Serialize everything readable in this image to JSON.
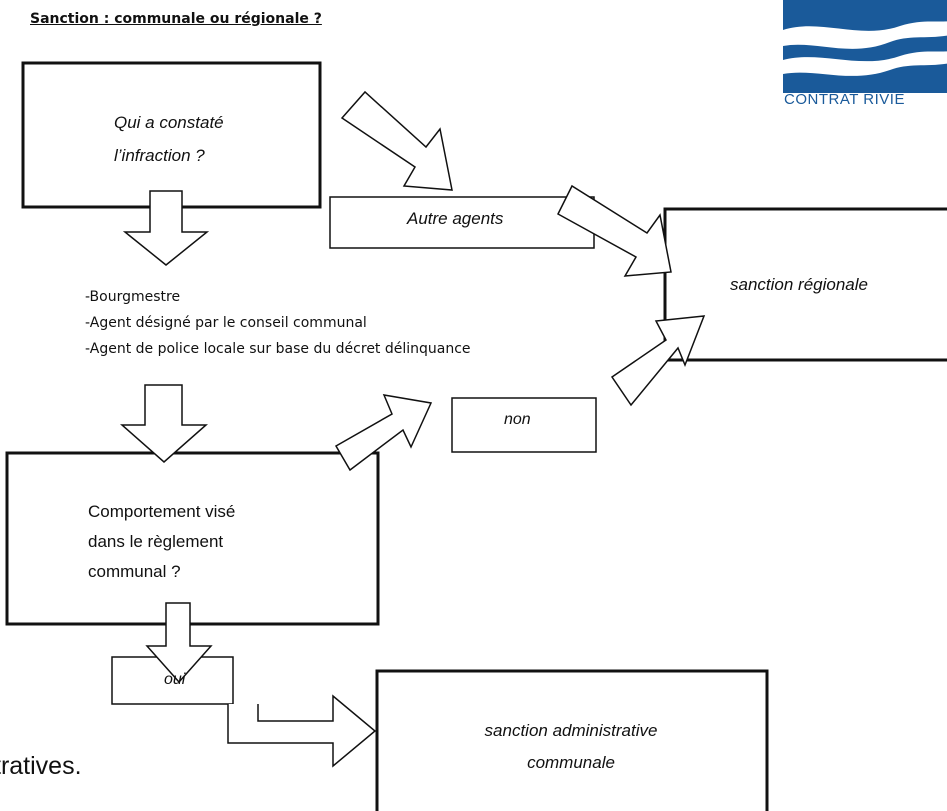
{
  "title": "Sanction : communale ou régionale ?",
  "logo": {
    "text": "CONTRAT RIVIE",
    "brand_color": "#1a5a9a",
    "icon": "dyle-logo"
  },
  "boxes": {
    "question1": [
      "Qui a constaté",
      "l’infraction ?"
    ],
    "other_agents": "Autre agents",
    "regional": "sanction régionale",
    "question2": [
      "Comportement visé",
      "dans le règlement",
      "communal ?"
    ],
    "no": "non",
    "yes": "oui",
    "communal": [
      "sanction administrative",
      "communale"
    ]
  },
  "agents_list": [
    "-Bourgmestre",
    "-Agent désigné par le conseil communal",
    "-Agent de police locale sur base du décret délinquance"
  ],
  "footer_fragment": "tratives."
}
